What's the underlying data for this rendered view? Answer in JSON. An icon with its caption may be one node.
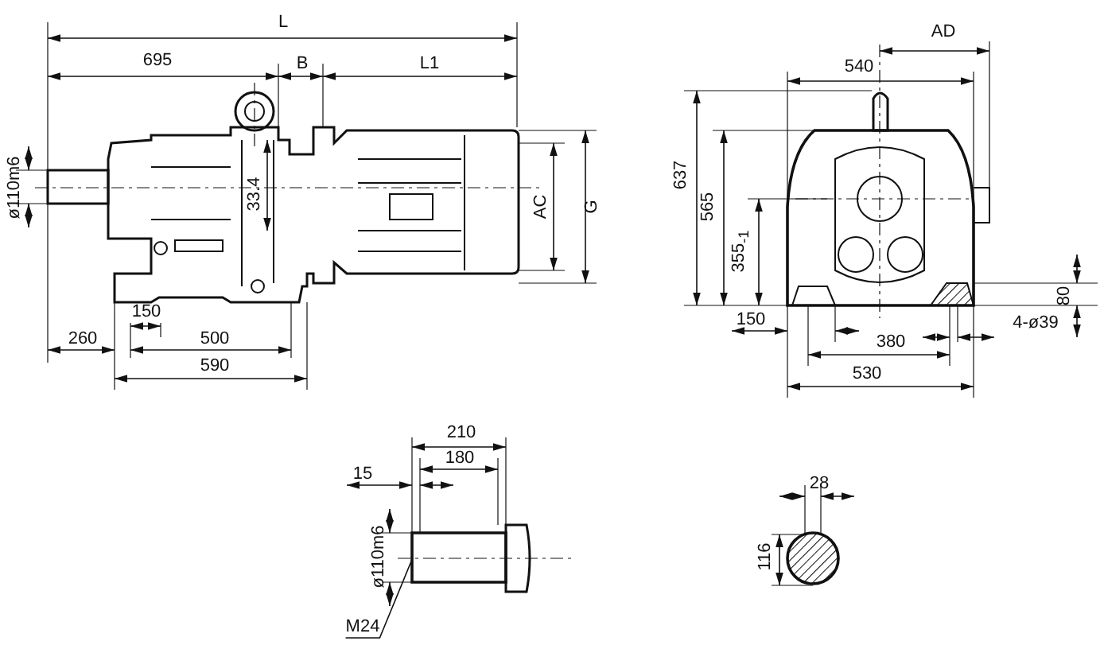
{
  "diagram": {
    "nodes": [
      {
        "text": [
          "M24"
        ]
      },
      {
        "text": [],
        "shape": "box"
      }
    ],
    "edges": [
      {
        "from": 0,
        "to": 1,
        "arrow": "none"
      }
    ],
    "labels": [
      "L",
      "695",
      "B",
      "L1",
      "ø110m6",
      "33.4",
      "AC",
      "G",
      "150",
      "260",
      "500",
      "590",
      "AD",
      "540",
      "637",
      "565",
      "355$_{-1}$",
      "80",
      "150",
      "4-ø39",
      "380",
      "530",
      "210",
      "180",
      "15",
      "ø110m6",
      "28",
      "116"
    ]
  }
}
